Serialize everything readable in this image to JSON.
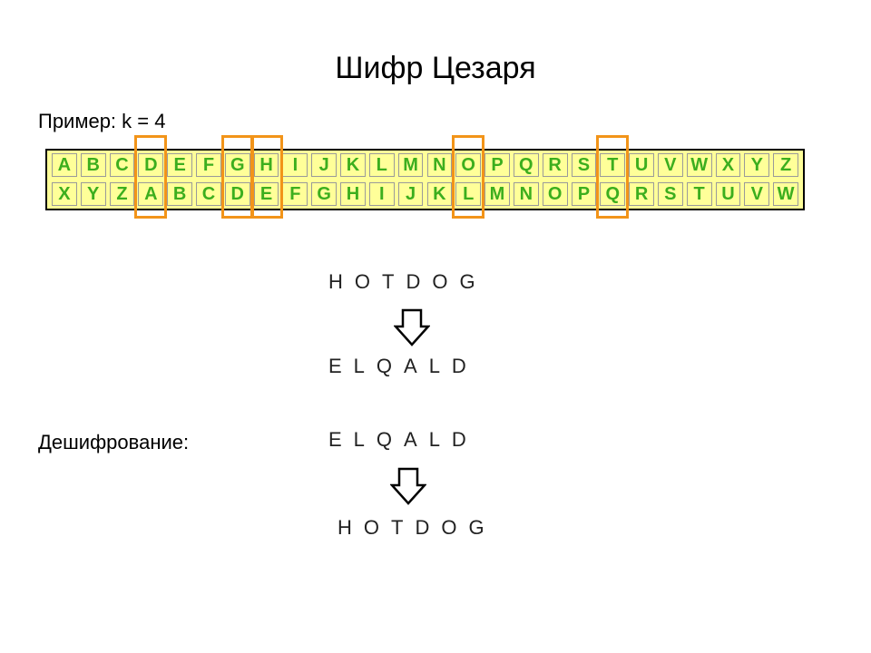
{
  "slide": {
    "title": "Шифр Цезаря",
    "example_label": "Пример: k = 4",
    "decrypt_label": "Дешифрование:"
  },
  "cipher_table": {
    "plain_row": [
      "A",
      "B",
      "C",
      "D",
      "E",
      "F",
      "G",
      "H",
      "I",
      "J",
      "K",
      "L",
      "M",
      "N",
      "O",
      "P",
      "Q",
      "R",
      "S",
      "T",
      "U",
      "V",
      "W",
      "X",
      "Y",
      "Z"
    ],
    "cipher_row": [
      "X",
      "Y",
      "Z",
      "A",
      "B",
      "C",
      "D",
      "E",
      "F",
      "G",
      "H",
      "I",
      "J",
      "K",
      "L",
      "M",
      "N",
      "O",
      "P",
      "Q",
      "R",
      "S",
      "T",
      "U",
      "V",
      "W"
    ],
    "highlighted_letters": [
      "D",
      "G",
      "H",
      "O",
      "T"
    ],
    "colors": {
      "cell_bg": "#ffff99",
      "letter": "#3cae1e",
      "highlight": "#f29419"
    }
  },
  "encryption": {
    "plaintext": "HOTDOG",
    "ciphertext": "ELQALD"
  },
  "decryption": {
    "ciphertext": "ELQALD",
    "plaintext": "HOTDOG"
  },
  "icons": [
    "down-arrow-icon",
    "down-arrow-icon"
  ]
}
